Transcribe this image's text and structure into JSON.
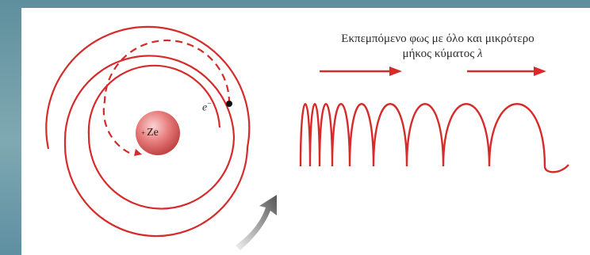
{
  "caption": {
    "line1": "Εκπεμπόμενο φως με όλο και μικρότερο",
    "line2_prefix": "μήκος κύματος ",
    "lambda": "λ"
  },
  "electron": {
    "symbol": "e",
    "charge": "−"
  },
  "nucleus": {
    "plus": "+",
    "label": "Ze"
  },
  "colors": {
    "spiral": "#d52b2b",
    "wave": "#d52b2b",
    "nucleus": "#e57373",
    "background_frame": "#6f9ca8",
    "indicator_arrow": "#5a5a5a"
  },
  "icons": {
    "electron": "electron-dot-icon",
    "direction_arrow": "red-right-arrow-icon",
    "curved_arrow": "gray-curved-arrow-icon"
  }
}
